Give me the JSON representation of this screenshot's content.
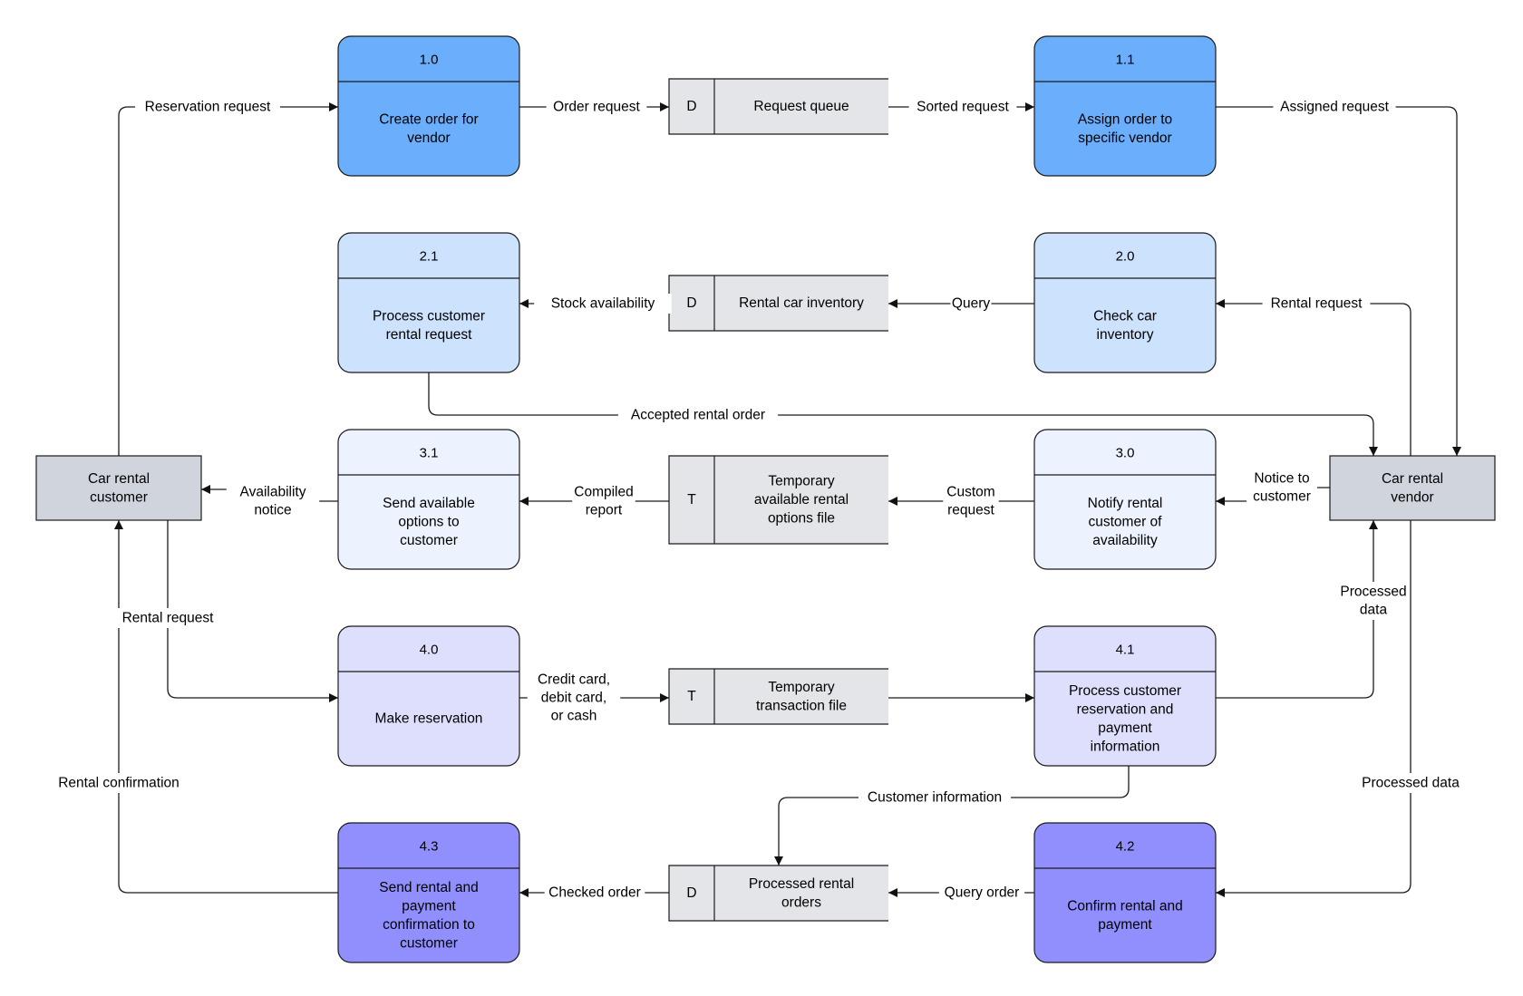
{
  "colors": {
    "process_1": "#6aaefc",
    "process_2": "#cce2fd",
    "process_3": "#ecf3fe",
    "process_4a": "#dedffc",
    "process_4b": "#918ffd",
    "entity": "#d0d5dd",
    "store": "#e4e5e8",
    "stroke": "#1a1a1a"
  },
  "processes": [
    {
      "id": "p10",
      "number": "1.0",
      "lines": [
        "Create order for",
        "vendor"
      ]
    },
    {
      "id": "p11",
      "number": "1.1",
      "lines": [
        "Assign order to",
        "specific vendor"
      ]
    },
    {
      "id": "p21",
      "number": "2.1",
      "lines": [
        "Process customer",
        "rental request"
      ]
    },
    {
      "id": "p20",
      "number": "2.0",
      "lines": [
        "Check car",
        "inventory"
      ]
    },
    {
      "id": "p31",
      "number": "3.1",
      "lines": [
        "Send available",
        "options to",
        "customer"
      ]
    },
    {
      "id": "p30",
      "number": "3.0",
      "lines": [
        "Notify rental",
        "customer of",
        "availability"
      ]
    },
    {
      "id": "p40",
      "number": "4.0",
      "lines": [
        "Make reservation"
      ]
    },
    {
      "id": "p41",
      "number": "4.1",
      "lines": [
        "Process customer",
        "reservation and",
        "payment",
        "information"
      ]
    },
    {
      "id": "p43",
      "number": "4.3",
      "lines": [
        "Send rental and",
        "payment",
        "confirmation to",
        "customer"
      ]
    },
    {
      "id": "p42",
      "number": "4.2",
      "lines": [
        "Confirm rental and",
        "payment"
      ]
    }
  ],
  "stores": [
    {
      "id": "s_queue",
      "code": "D",
      "lines": [
        "Request queue"
      ]
    },
    {
      "id": "s_inventory",
      "code": "D",
      "lines": [
        "Rental car inventory"
      ]
    },
    {
      "id": "s_temp_options",
      "code": "T",
      "lines": [
        "Temporary",
        "available rental",
        "options file"
      ]
    },
    {
      "id": "s_temp_trans",
      "code": "T",
      "lines": [
        "Temporary",
        "transaction file"
      ]
    },
    {
      "id": "s_processed",
      "code": "D",
      "lines": [
        "Processed rental",
        "orders"
      ]
    }
  ],
  "entities": [
    {
      "id": "e_customer",
      "lines": [
        "Car rental",
        "customer"
      ]
    },
    {
      "id": "e_vendor",
      "lines": [
        "Car rental",
        "vendor"
      ]
    }
  ],
  "flows": [
    {
      "id": "f1",
      "lines": [
        "Reservation request"
      ]
    },
    {
      "id": "f2",
      "lines": [
        "Order request"
      ]
    },
    {
      "id": "f3",
      "lines": [
        "Sorted request"
      ]
    },
    {
      "id": "f4",
      "lines": [
        "Assigned request"
      ]
    },
    {
      "id": "f5",
      "lines": [
        "Stock availability"
      ]
    },
    {
      "id": "f6",
      "lines": [
        "Query"
      ]
    },
    {
      "id": "f7",
      "lines": [
        "Rental request"
      ]
    },
    {
      "id": "f8",
      "lines": [
        "Accepted rental order"
      ]
    },
    {
      "id": "f9",
      "lines": [
        "Availability",
        "notice"
      ]
    },
    {
      "id": "f10",
      "lines": [
        "Compiled",
        "report"
      ]
    },
    {
      "id": "f11",
      "lines": [
        "Custom",
        "request"
      ]
    },
    {
      "id": "f12",
      "lines": [
        "Notice to",
        "customer"
      ]
    },
    {
      "id": "f13",
      "lines": [
        "Rental request"
      ]
    },
    {
      "id": "f14",
      "lines": [
        "Credit card,",
        "debit card,",
        "or cash"
      ]
    },
    {
      "id": "f15",
      "lines": []
    },
    {
      "id": "f16",
      "lines": [
        "Processed",
        "data"
      ]
    },
    {
      "id": "f17",
      "lines": [
        "Rental confirmation"
      ]
    },
    {
      "id": "f18",
      "lines": [
        "Customer information"
      ]
    },
    {
      "id": "f19",
      "lines": [
        "Checked order"
      ]
    },
    {
      "id": "f20",
      "lines": [
        "Query order"
      ]
    },
    {
      "id": "f21",
      "lines": [
        "Processed data"
      ]
    }
  ]
}
